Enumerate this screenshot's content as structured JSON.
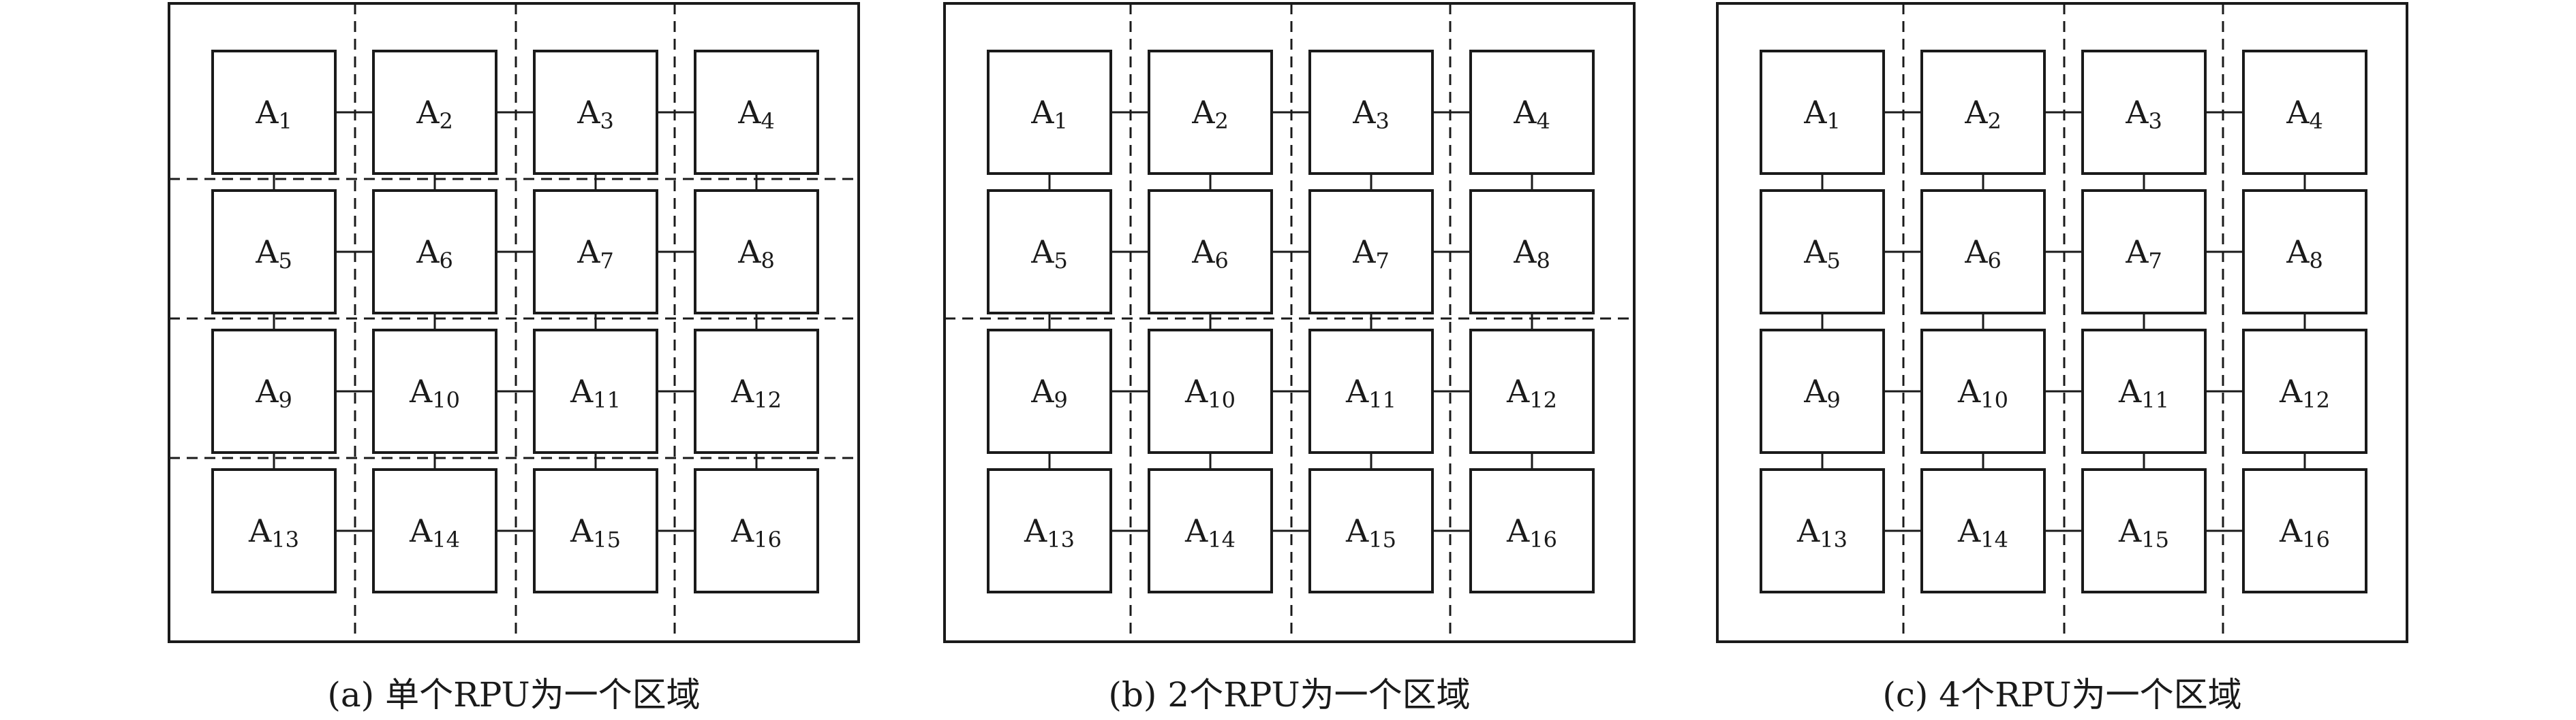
{
  "panels": [
    {
      "id": "a",
      "caption": "(a) 单个RPU为一个区域",
      "cells": [
        {
          "letter": "A",
          "sub": "1"
        },
        {
          "letter": "A",
          "sub": "2"
        },
        {
          "letter": "A",
          "sub": "3"
        },
        {
          "letter": "A",
          "sub": "4"
        },
        {
          "letter": "A",
          "sub": "5"
        },
        {
          "letter": "A",
          "sub": "6"
        },
        {
          "letter": "A",
          "sub": "7"
        },
        {
          "letter": "A",
          "sub": "8"
        },
        {
          "letter": "A",
          "sub": "9"
        },
        {
          "letter": "A",
          "sub": "10"
        },
        {
          "letter": "A",
          "sub": "11"
        },
        {
          "letter": "A",
          "sub": "12"
        },
        {
          "letter": "A",
          "sub": "13"
        },
        {
          "letter": "A",
          "sub": "14"
        },
        {
          "letter": "A",
          "sub": "15"
        },
        {
          "letter": "A",
          "sub": "16"
        }
      ]
    },
    {
      "id": "b",
      "caption": "(b) 2个RPU为一个区域",
      "cells": [
        {
          "letter": "A",
          "sub": "1"
        },
        {
          "letter": "A",
          "sub": "2"
        },
        {
          "letter": "A",
          "sub": "3"
        },
        {
          "letter": "A",
          "sub": "4"
        },
        {
          "letter": "A",
          "sub": "5"
        },
        {
          "letter": "A",
          "sub": "6"
        },
        {
          "letter": "A",
          "sub": "7"
        },
        {
          "letter": "A",
          "sub": "8"
        },
        {
          "letter": "A",
          "sub": "9"
        },
        {
          "letter": "A",
          "sub": "10"
        },
        {
          "letter": "A",
          "sub": "11"
        },
        {
          "letter": "A",
          "sub": "12"
        },
        {
          "letter": "A",
          "sub": "13"
        },
        {
          "letter": "A",
          "sub": "14"
        },
        {
          "letter": "A",
          "sub": "15"
        },
        {
          "letter": "A",
          "sub": "16"
        }
      ]
    },
    {
      "id": "c",
      "caption": "(c) 4个RPU为一个区域",
      "cells": [
        {
          "letter": "A",
          "sub": "1"
        },
        {
          "letter": "A",
          "sub": "2"
        },
        {
          "letter": "A",
          "sub": "3"
        },
        {
          "letter": "A",
          "sub": "4"
        },
        {
          "letter": "A",
          "sub": "5"
        },
        {
          "letter": "A",
          "sub": "6"
        },
        {
          "letter": "A",
          "sub": "7"
        },
        {
          "letter": "A",
          "sub": "8"
        },
        {
          "letter": "A",
          "sub": "9"
        },
        {
          "letter": "A",
          "sub": "10"
        },
        {
          "letter": "A",
          "sub": "11"
        },
        {
          "letter": "A",
          "sub": "12"
        },
        {
          "letter": "A",
          "sub": "13"
        },
        {
          "letter": "A",
          "sub": "14"
        },
        {
          "letter": "A",
          "sub": "15"
        },
        {
          "letter": "A",
          "sub": "16"
        }
      ]
    }
  ],
  "colors": {
    "stroke": "#1a1a1a",
    "background": "#ffffff"
  }
}
